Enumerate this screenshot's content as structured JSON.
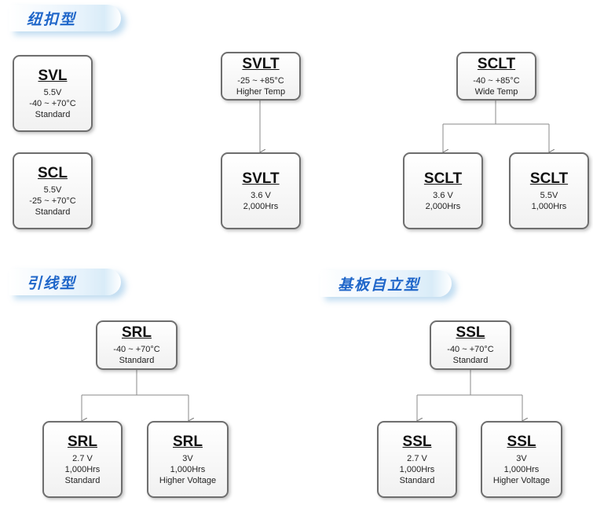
{
  "sections": {
    "button": "纽扣型",
    "lead": "引线型",
    "board": "基板自立型"
  },
  "boxes": {
    "svl": {
      "name": "SVL",
      "lines": [
        "5.5V",
        "-40 ~ +70°C",
        "Standard"
      ]
    },
    "scl": {
      "name": "SCL",
      "lines": [
        "5.5V",
        "-25 ~ +70°C",
        "Standard"
      ]
    },
    "svlt_top": {
      "name": "SVLT",
      "lines": [
        "-25 ~ +85°C",
        "Higher Temp"
      ]
    },
    "svlt_child": {
      "name": "SVLT",
      "lines": [
        "3.6 V",
        "2,000Hrs"
      ]
    },
    "sclt_top": {
      "name": "SCLT",
      "lines": [
        "-40 ~ +85°C",
        "Wide Temp"
      ]
    },
    "sclt_child1": {
      "name": "SCLT",
      "lines": [
        "3.6 V",
        "2,000Hrs"
      ]
    },
    "sclt_child2": {
      "name": "SCLT",
      "lines": [
        "5.5V",
        "1,000Hrs"
      ]
    },
    "srl_top": {
      "name": "SRL",
      "lines": [
        "-40 ~ +70°C",
        "Standard"
      ]
    },
    "srl_child1": {
      "name": "SRL",
      "lines": [
        "2.7 V",
        "1,000Hrs",
        "Standard"
      ]
    },
    "srl_child2": {
      "name": "SRL",
      "lines": [
        "3V",
        "1,000Hrs",
        "Higher Voltage"
      ]
    },
    "ssl_top": {
      "name": "SSL",
      "lines": [
        "-40 ~ +70°C",
        "Standard"
      ]
    },
    "ssl_child1": {
      "name": "SSL",
      "lines": [
        "2.7 V",
        "1,000Hrs",
        "Standard"
      ]
    },
    "ssl_child2": {
      "name": "SSL",
      "lines": [
        "3V",
        "1,000Hrs",
        "Higher Voltage"
      ]
    }
  }
}
